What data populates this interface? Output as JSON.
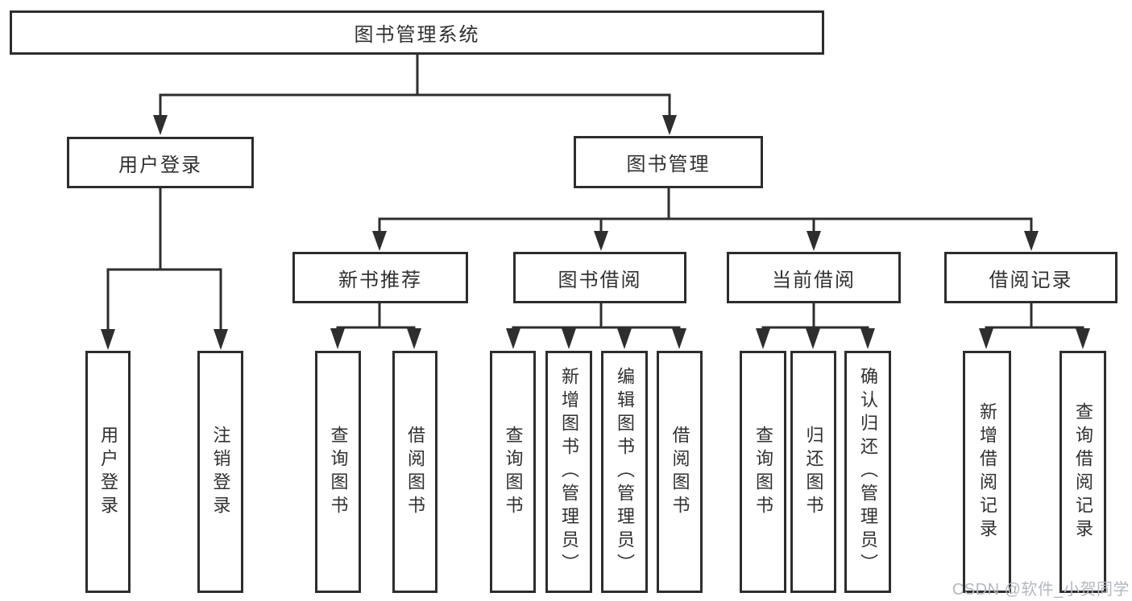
{
  "diagram_title": "图书管理系统",
  "tree": {
    "label": "图书管理系统",
    "children": [
      {
        "label": "用户登录",
        "children": [
          {
            "label": "用户登录"
          },
          {
            "label": "注销登录"
          }
        ]
      },
      {
        "label": "图书管理",
        "children": [
          {
            "label": "新书推荐",
            "children": [
              {
                "label": "查询图书"
              },
              {
                "label": "借阅图书"
              }
            ]
          },
          {
            "label": "图书借阅",
            "children": [
              {
                "label": "查询图书"
              },
              {
                "label": "新增图书（管理员）"
              },
              {
                "label": "编辑图书（管理员）"
              },
              {
                "label": "借阅图书"
              }
            ]
          },
          {
            "label": "当前借阅",
            "children": [
              {
                "label": "查询图书"
              },
              {
                "label": "归还图书"
              },
              {
                "label": "确认归还（管理员）"
              }
            ]
          },
          {
            "label": "借阅记录",
            "children": [
              {
                "label": "新增借阅记录"
              },
              {
                "label": "查询借阅记录"
              }
            ]
          }
        ]
      }
    ]
  },
  "watermark": {
    "text": "CSDN @软件_小贺同学",
    "color": "#b4b7c1"
  },
  "colors": {
    "line": "#2e2e2e",
    "box_border": "#2d2d2d",
    "text": "#303030",
    "background": "#ffffff"
  }
}
